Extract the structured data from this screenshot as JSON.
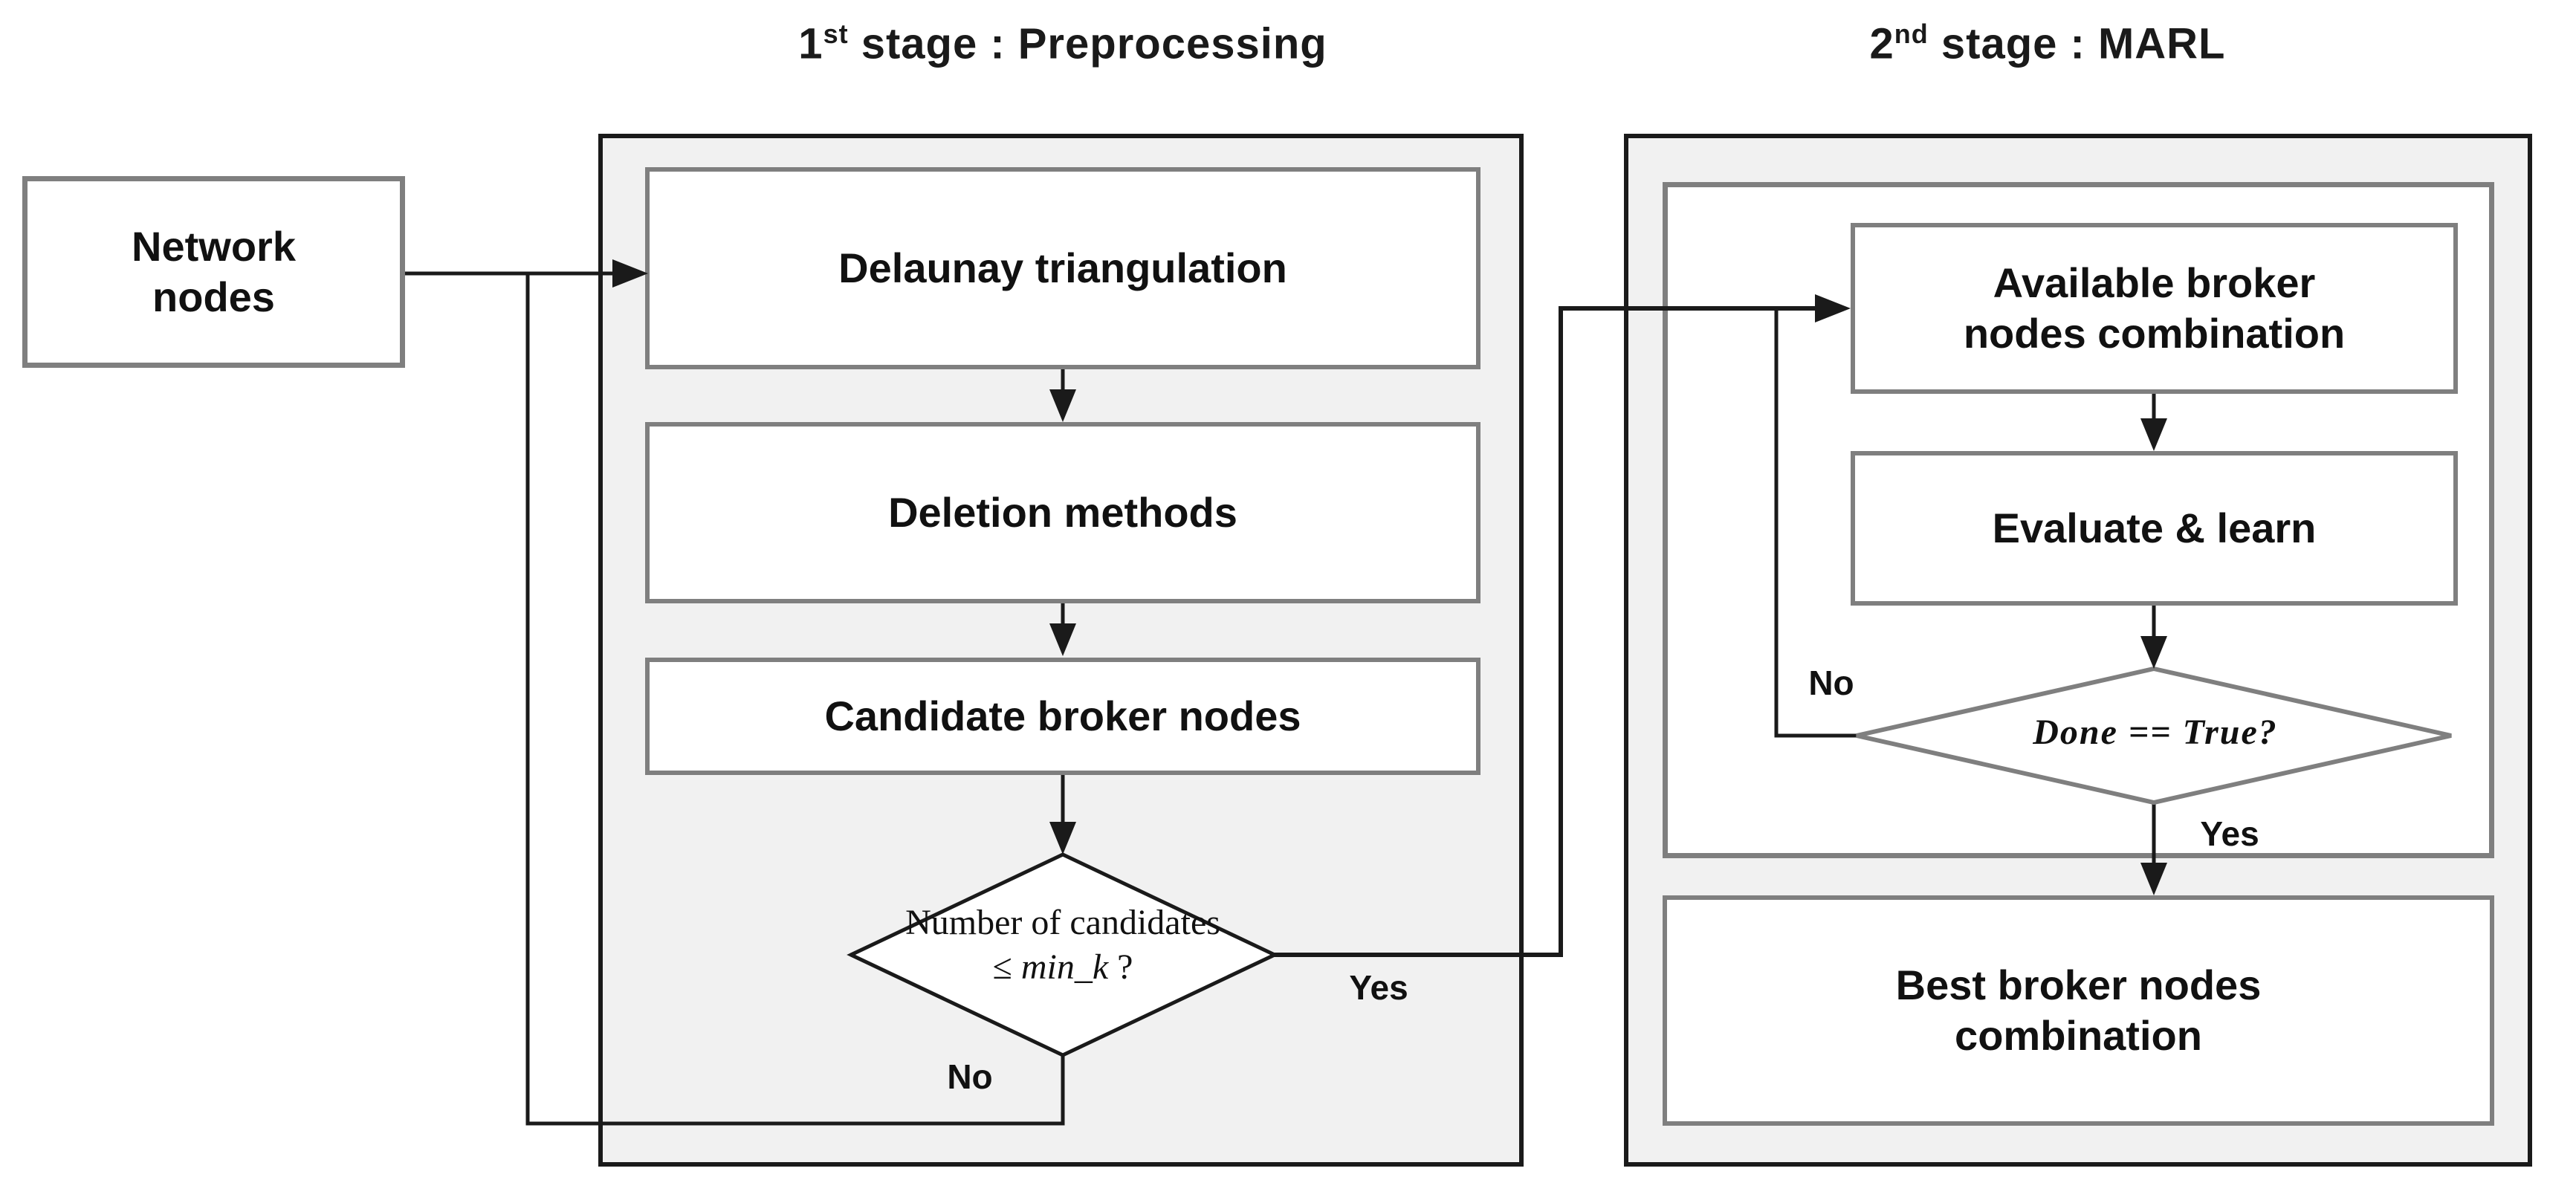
{
  "diagram": {
    "input_node": "Network\nnodes",
    "stage1": {
      "title": {
        "num": "1",
        "sup": "st",
        "rest": " stage : Preprocessing"
      },
      "steps": {
        "delaunay": "Delaunay triangulation",
        "deletion": "Deletion methods",
        "candidate": "Candidate broker nodes"
      },
      "decision": {
        "line1": "Number of candidates",
        "le": "≤ ",
        "math": "min_k",
        "q": " ?"
      },
      "yes_label": "Yes",
      "no_label": "No"
    },
    "stage2": {
      "title": {
        "num": "2",
        "sup": "nd",
        "rest": " stage : MARL"
      },
      "steps": {
        "available": "Available broker\nnodes combination",
        "evaluate": "Evaluate & learn",
        "best": "Best broker nodes\ncombination"
      },
      "decision": "Done == True?",
      "yes_label": "Yes",
      "no_label": "No"
    },
    "colors": {
      "stage_fill": "#f1f1f1",
      "stage_border": "#1a1a1a",
      "box_border": "#7f7f7f",
      "flow_line": "#1a1a1a",
      "diamond1_border": "#1a1a1a",
      "diamond2_border": "#7f7f7f"
    }
  }
}
